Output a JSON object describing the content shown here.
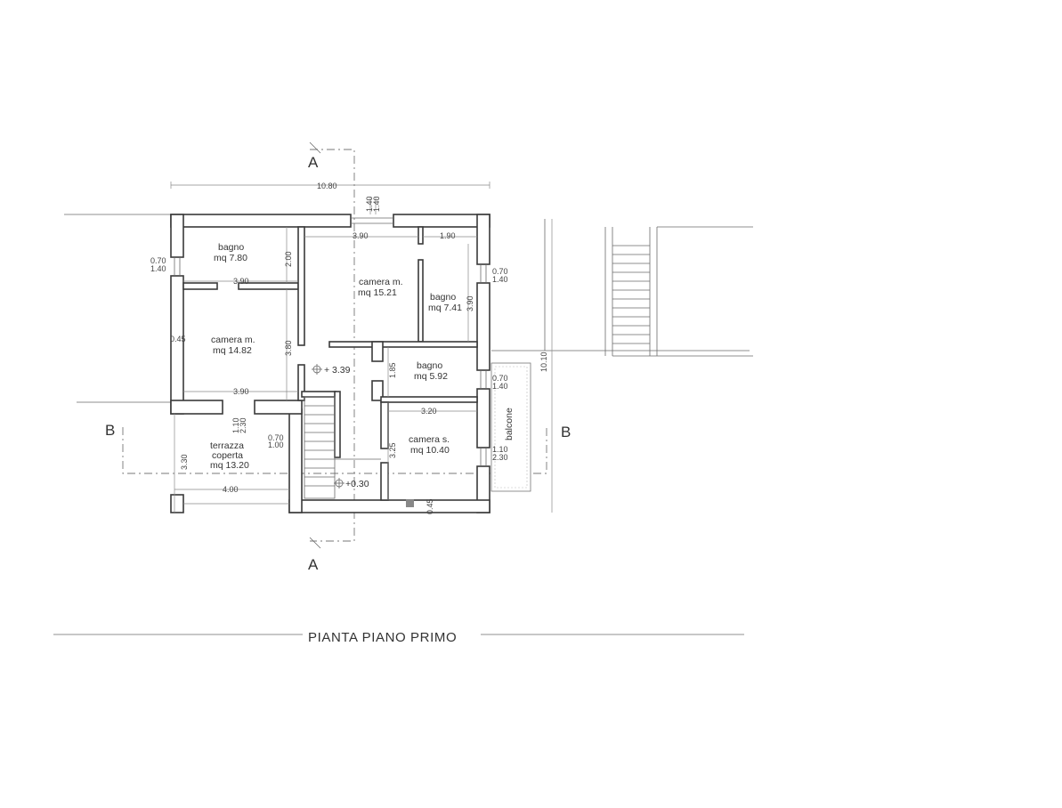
{
  "drawing": {
    "title": "PIANTA PIANO PRIMO",
    "section_a": "A",
    "section_b": "B"
  },
  "rooms": {
    "bagno_1": {
      "name": "bagno",
      "area": "mq 7.80"
    },
    "camera_1": {
      "name": "camera m.",
      "area": "mq 15.21"
    },
    "bagno_2": {
      "name": "bagno",
      "area": "mq 7.41"
    },
    "camera_2": {
      "name": "camera m.",
      "area": "mq 14.82"
    },
    "bagno_3": {
      "name": "bagno",
      "area": "mq 5.92"
    },
    "terrazza": {
      "name_1": "terrazza",
      "name_2": "coperta",
      "area": "mq 13.20"
    },
    "camera_3": {
      "name": "camera s.",
      "area": "mq 10.40"
    },
    "balcone": {
      "name": "balcone"
    }
  },
  "levels": {
    "upper": "+ 3.39",
    "lower": "+0.30"
  },
  "dimensions": {
    "overall_width": "10.80",
    "top_window_a": "1.40",
    "top_window_b": "1.40",
    "d_390_a": "3.90",
    "d_190": "1.90",
    "d_200": "2.00",
    "d_390_b": "3.90",
    "d_390_c": "3.90",
    "d_380": "3.80",
    "d_390_d": "3.90",
    "d_045_left": "0.45",
    "left_win_1": "0.70",
    "left_win_2": "1.40",
    "right_win_1": "0.70",
    "right_win_2": "1.40",
    "right_win_3": "0.70",
    "right_win_4": "1.40",
    "d_185": "1.85",
    "d_320": "3.20",
    "d_325": "3.25",
    "d_110_a": "1.10",
    "d_230_a": "2.30",
    "d_070_t": "0.70",
    "d_100_t": "1.00",
    "d_110_b": "1.10",
    "d_230_b": "2.30",
    "d_330": "3.30",
    "d_400": "4.00",
    "d_1010": "10.10",
    "d_045_bottom": "0.45"
  }
}
